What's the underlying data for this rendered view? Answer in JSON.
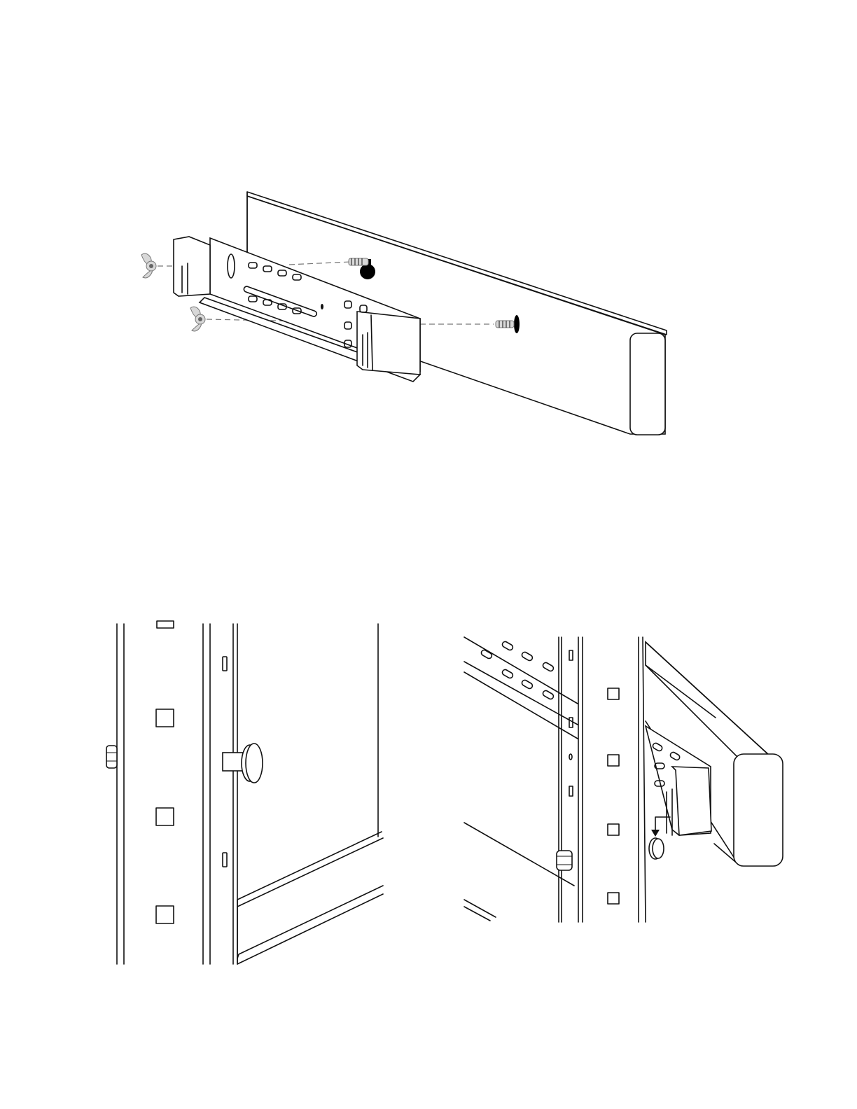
{
  "colors": {
    "ink": "#111111",
    "dash_line": "#777777",
    "hardware_grey": "#d8d8d8",
    "keyhole_fill": "#000000"
  },
  "figures": {
    "top": {
      "content": "bracket-mounting-to-shelf-board-explode-view"
    },
    "bottom_left": {
      "content": "upright-post-with-bolt-detail"
    },
    "bottom_right": {
      "content": "bracket-hooking-onto-post-detail"
    }
  },
  "icons": [
    "wing-nut-icon",
    "screw-icon",
    "keyhole-slot-icon",
    "hex-nut-icon",
    "carriage-bolt-icon",
    "down-arrow-icon"
  ]
}
